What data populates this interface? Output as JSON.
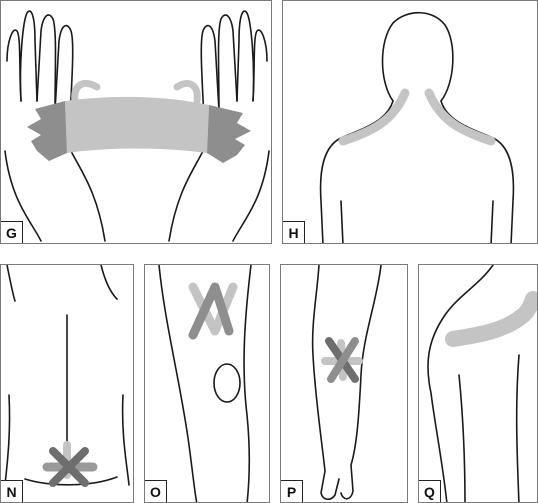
{
  "panels": [
    {
      "id": "G",
      "label": "G"
    },
    {
      "id": "H",
      "label": "H"
    },
    {
      "id": "N",
      "label": "N"
    },
    {
      "id": "O",
      "label": "O"
    },
    {
      "id": "P",
      "label": "P"
    },
    {
      "id": "Q",
      "label": "Q"
    }
  ],
  "colors": {
    "tape_light": "#c4c4c4",
    "tape_mid": "#9a9a9a",
    "tape_dark": "#6e6e6e",
    "outline": "#1a1a1a",
    "border": "#7a7a7a"
  }
}
